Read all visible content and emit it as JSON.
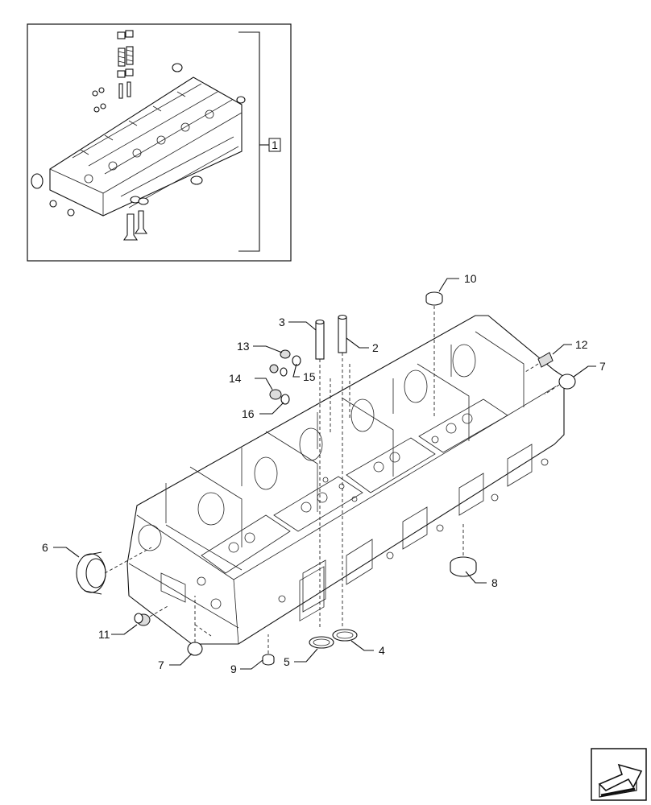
{
  "inset": {
    "ref_label": "1"
  },
  "callouts": [
    {
      "id": "10",
      "label": "10"
    },
    {
      "id": "12",
      "label": "12"
    },
    {
      "id": "7a",
      "label": "7"
    },
    {
      "id": "3",
      "label": "3"
    },
    {
      "id": "2",
      "label": "2"
    },
    {
      "id": "13",
      "label": "13"
    },
    {
      "id": "15",
      "label": "15"
    },
    {
      "id": "14",
      "label": "14"
    },
    {
      "id": "16",
      "label": "16"
    },
    {
      "id": "6",
      "label": "6"
    },
    {
      "id": "8",
      "label": "8"
    },
    {
      "id": "11",
      "label": "11"
    },
    {
      "id": "7b",
      "label": "7"
    },
    {
      "id": "9",
      "label": "9"
    },
    {
      "id": "5",
      "label": "5"
    },
    {
      "id": "4",
      "label": "4"
    }
  ],
  "nav": {
    "icon": "next-page-arrow-icon"
  }
}
